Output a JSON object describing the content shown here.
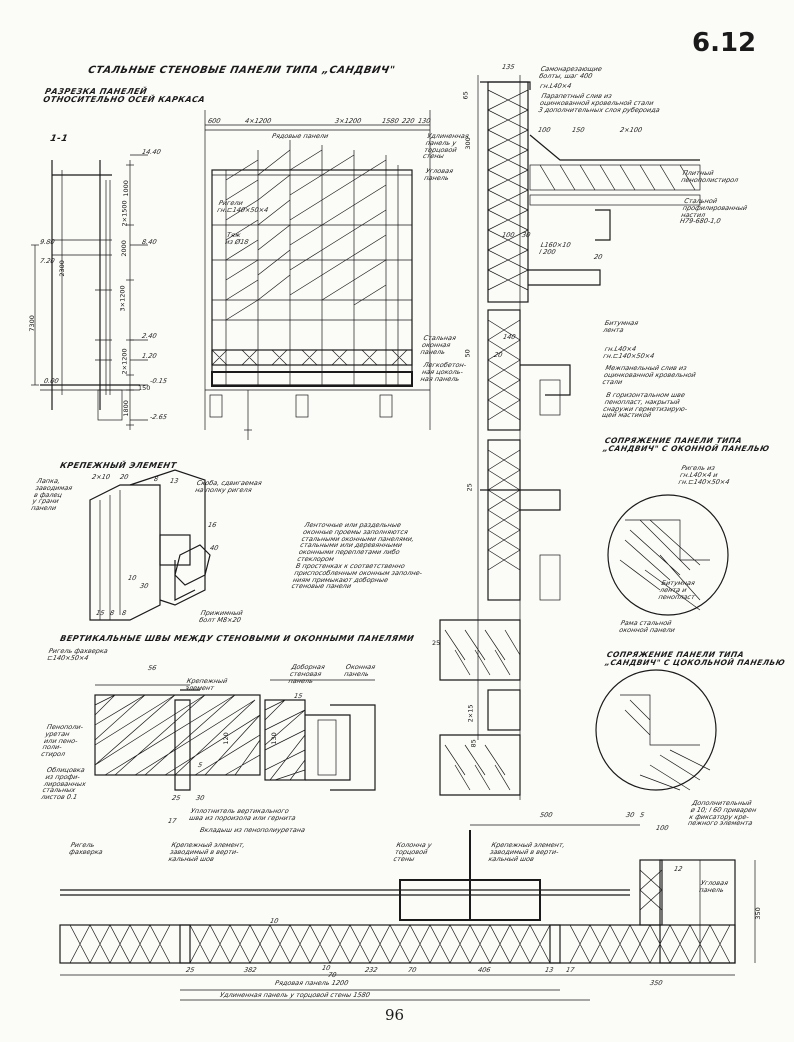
{
  "page": {
    "number": "6.12",
    "footer": "96"
  },
  "main_title": "СТАЛЬНЫЕ СТЕНОВЫЕ ПАНЕЛИ ТИПА „САНДВИЧ\"",
  "section_title": "РАЗРЕЗКА ПАНЕЛЕЙ\nОТНОСИТЕЛЬНО ОСЕЙ КАРКАСА",
  "section_1_1": "1-1",
  "elevation": {
    "top_dims": [
      "600",
      "4×1200",
      "3×1200",
      "1580",
      "220",
      "130"
    ],
    "row_panels": "Рядовые панели",
    "long_panel": "Удлиненная\nпанель у\nторцовой\nстены",
    "corner_panel": "Угловая\nпанель",
    "rigel": "Ригели\nгн.⊏140×50×4",
    "tie": "Тяж\nиз Ø18",
    "steel_window": "Стальная\nоконная\nпанель",
    "concrete_panel": "Легкобетон-\nная цоколь-\nная панель",
    "side_dims": [
      "1000",
      "2×1500",
      "2000",
      "3×1200",
      "2×1200",
      "150",
      "1800"
    ],
    "left_dims": [
      "7300",
      "2300"
    ],
    "levels": [
      "14.40",
      "8.40",
      "9.80",
      "7.20",
      "2.40",
      "1.20",
      "0.00",
      "-0.15",
      "-2.65"
    ]
  },
  "fastener": {
    "title": "КРЕПЕЖНЫЙ  ЭЛЕМЕНТ",
    "lug": "Лапка,\nзаводимая\nв фалец\nу грани\nпанели",
    "bracket": "Скоба, сдвигаемая\nна полку ригеля",
    "bolt": "Прижимный\nболт М8×20",
    "dims": [
      "2×10",
      "20",
      "8",
      "13",
      "16",
      "40",
      "30",
      "10",
      "15",
      "8",
      "8"
    ]
  },
  "vertical_joints": {
    "title": "ВЕРТИКАЛЬНЫЕ  ШВЫ  МЕЖДУ  СТЕНОВЫМИ  И  ОКОННЫМИ  ПАНЕЛЯМИ",
    "rigel_fachwerk": "Ригель фахверка\n⊏140×50×4",
    "fastener": "Крепежный\nэлемент",
    "extra_panel": "Доборная\nстеновая\nпанель",
    "window_panel": "Оконная\nпанель",
    "ppu": "Пенополи-\nуретан\nили пено-\nполи-\nстирол",
    "cladding": "Облицовка\nиз профи-\nлированных\nстальных\nлистов 0.1",
    "seal": "Уплотнитель вертикального\nшва из пороизола или гернита",
    "inserts": "Вкладыш из пенополиуретана",
    "dims": [
      "56",
      "15",
      "130",
      "25",
      "30",
      "17",
      "120",
      "5"
    ]
  },
  "roof_node": {
    "dims_top": [
      "135",
      "100",
      "150",
      "2×100"
    ],
    "bolts": "Самонарезающие\nболты, шаг 400",
    "angle": "гн.L40×4",
    "parapet": "Парапетный слив из\nоцинкованной кровельной стали\n3 дополнительных слоя рубероида",
    "foam": "Плитный\nпенополистирол",
    "deck": "Стальной\nпрофилированный\nнастил\nН79-680-1,0",
    "angle2": "L160×10\nl 200",
    "dims_side": [
      "65",
      "300",
      "100",
      "30",
      "20"
    ]
  },
  "window_node": {
    "bitumen": "Битумная\nлента",
    "profiles": "гн.L40×4\nгн.⊏140×50×4",
    "flashing": "Межпанельный слив из\nоцинкованной кровельной\nстали",
    "foam_seam": "В горизонтальном шве\nпенопласт, накрытый\nснаружи герметизирую-\nщей мастикой",
    "dims": [
      "140",
      "20",
      "50",
      "25"
    ]
  },
  "window_joint": {
    "title": "СОПРЯЖЕНИЕ ПАНЕЛИ ТИПА\n„САНДВИЧ\" С ОКОННОЙ ПАНЕЛЬЮ",
    "rigel": "Ригель из\nгн.L40×4 и\nгн.⊏140×50×4",
    "bitumen": "Битумная\nлента и\nпенопласт",
    "frame": "Рама стальной\nоконной панели"
  },
  "window_types": "Ленточные или раздельные\nоконные проемы заполняются\nстальными оконными панелями,\nстальными или деревянными\nоконными переплетами либо\nстеклором\n   В простенках к соответственно\nприспособленным оконным заполне-\nниям примыкают доборные\nстеновые панели",
  "plinth_joint": {
    "title": "СОПРЯЖЕНИЕ ПАНЕЛИ ТИПА\n„САНДВИЧ\" С ЦОКОЛЬНОЙ ПАНЕЛЬЮ",
    "extra": "Дополнительный\nø 10; l 60 приварен\nк фиксатору кре-\nпежного элемента",
    "dims": [
      "2×15",
      "85",
      "25"
    ]
  },
  "plan": {
    "rigel": "Ригель\nфахверка",
    "fastener": "Крепежный элемент,\nзаводимый в верти-\nкальный шов",
    "column": "Колонна у\nторцовой\nстены",
    "fastener2": "Крепежный элемент,\nзаводимый в верти-\nкальный шов",
    "corner": "Угловая\nпанель",
    "row_panel": "Рядовая панель 1200",
    "long_panel": "Удлиненная панель у торцовой стены 1580",
    "dims_top": [
      "500",
      "30",
      "100",
      "5"
    ],
    "dims_bottom": [
      "25",
      "382",
      "10",
      "70",
      "232",
      "70",
      "406",
      "13",
      "17",
      "350"
    ],
    "dims_side": [
      "10",
      "350",
      "12"
    ]
  }
}
